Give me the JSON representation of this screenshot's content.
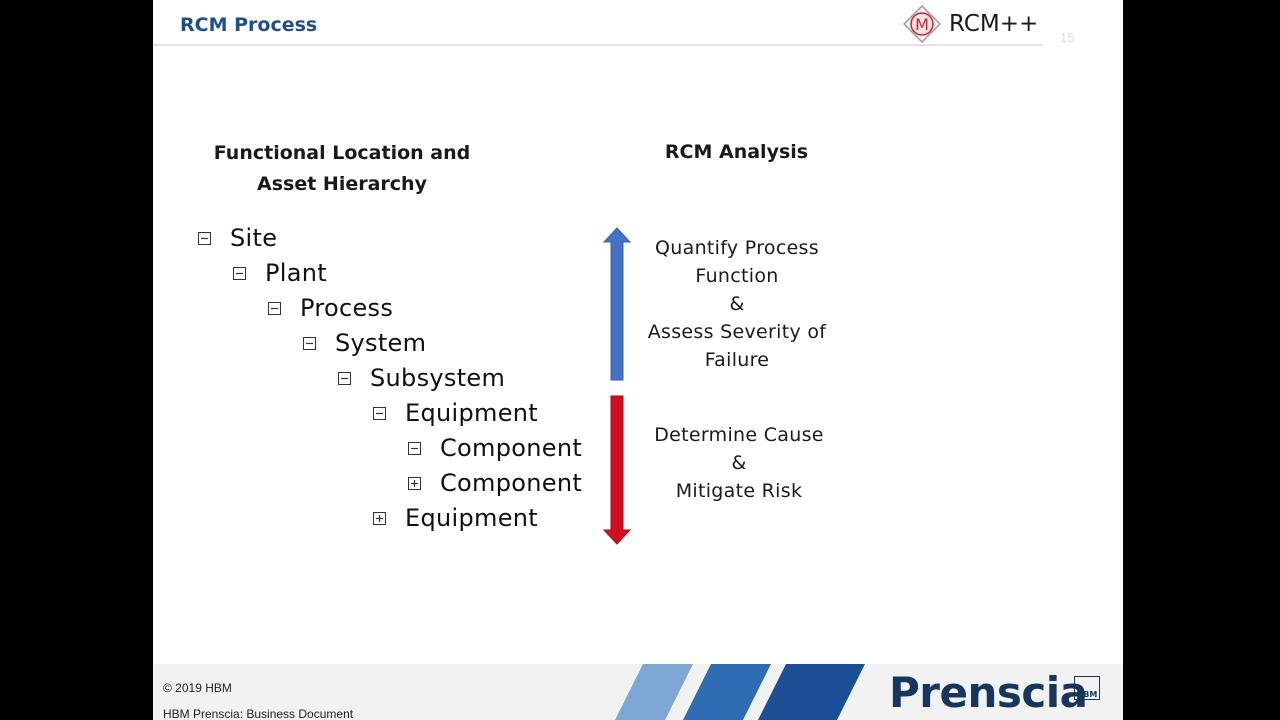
{
  "slide": {
    "title": "RCM Process",
    "page_number": "15",
    "logo": {
      "mark_letter": "M",
      "product": "RCM++",
      "accent": "#c8232c"
    }
  },
  "hierarchy": {
    "heading_line1": "Functional Location and",
    "heading_line2": "Asset Hierarchy",
    "nodes": [
      {
        "label": "Site",
        "toggle": "minus"
      },
      {
        "label": "Plant",
        "toggle": "minus"
      },
      {
        "label": "Process",
        "toggle": "minus"
      },
      {
        "label": "System",
        "toggle": "minus"
      },
      {
        "label": "Subsystem",
        "toggle": "minus"
      },
      {
        "label": "Equipment",
        "toggle": "minus"
      },
      {
        "label": "Component",
        "toggle": "minus"
      },
      {
        "label": "Component",
        "toggle": "plus"
      },
      {
        "label": "Equipment",
        "toggle": "plus"
      }
    ]
  },
  "analysis": {
    "heading": "RCM Analysis",
    "top": {
      "line1": "Quantify Process",
      "line2": "Function",
      "line3": "&",
      "line4": "Assess Severity of",
      "line5": "Failure",
      "arrow_color": "#4472c4"
    },
    "bottom": {
      "line1": "Determine Cause",
      "line2": "&",
      "line3": "Mitigate Risk",
      "arrow_color": "#d01020"
    }
  },
  "footer": {
    "copyright": "© 2019 HBM",
    "document": "HBM Prenscia: Business Document",
    "brand": "Prenscia",
    "badge": "HBM",
    "stripe_colors": [
      "#7ea6d4",
      "#2e6db4",
      "#1c4f96"
    ]
  }
}
